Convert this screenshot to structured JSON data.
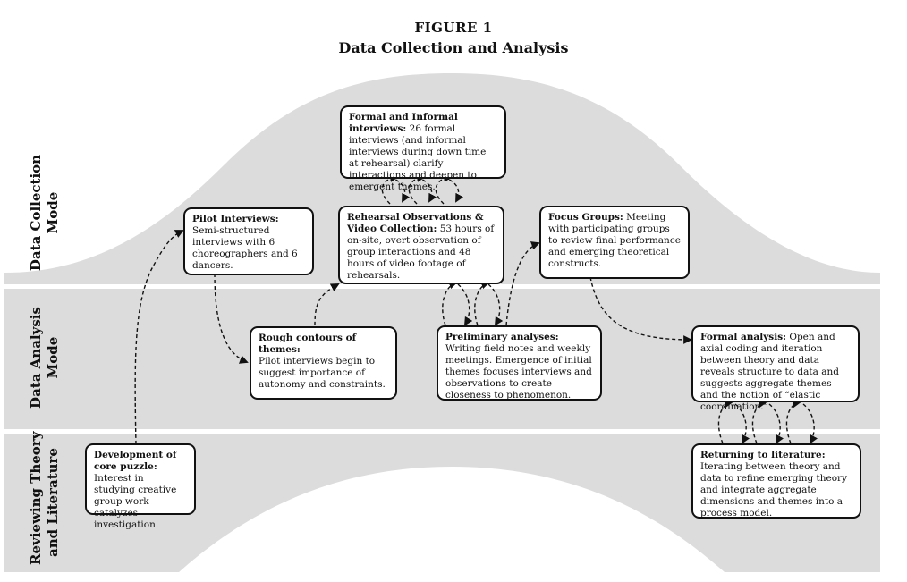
{
  "figure": {
    "number": "FIGURE 1",
    "title": "Data Collection and Analysis"
  },
  "bands": {
    "collection": "Data Collection Mode",
    "collection_l1": "Data Collection",
    "collection_l2": "Mode",
    "analysis_l1": "Data Analysis",
    "analysis_l2": "Mode",
    "literature_l1": "Reviewing Theory",
    "literature_l2": "and Literature"
  },
  "boxes": {
    "formal_informal": {
      "heading": "Formal and Informal interviews:",
      "text": "26 formal interviews (and informal interviews during down time at rehearsal) clarify interactions and deepen to emergent themes."
    },
    "pilot": {
      "heading": "Pilot Interviews:",
      "text": "Semi-structured interviews with 6 choreographers and 6 dancers."
    },
    "rehearsal": {
      "heading": "Rehearsal Observations & Video Collection:",
      "text": "53 hours of on-site, overt observation of group interactions and 48 hours of video footage of rehearsals."
    },
    "focus": {
      "heading": "Focus Groups:",
      "text": "Meeting with participating groups to review final performance and emerging theoretical constructs."
    },
    "rough": {
      "heading": "Rough contours of themes:",
      "text": "Pilot interviews begin to suggest importance of autonomy and constraints."
    },
    "preliminary": {
      "heading": "Preliminary analyses:",
      "text": "Writing field notes and weekly meetings. Emergence of initial themes focuses interviews and observations to create closeness to phenomenon."
    },
    "formal_analysis": {
      "heading": "Formal analysis:",
      "text": "Open and axial coding and iteration between theory and data reveals structure to data and suggests aggregate themes and the notion of “elastic coordination.”"
    },
    "core": {
      "heading": "Development of core puzzle:",
      "text": "Interest in studying creative group work catalyzes investigation."
    },
    "literature": {
      "heading": "Returning to literature:",
      "text": "Iterating between theory and data to refine emerging theory and integrate aggregate dimensions and themes into a process model."
    }
  }
}
